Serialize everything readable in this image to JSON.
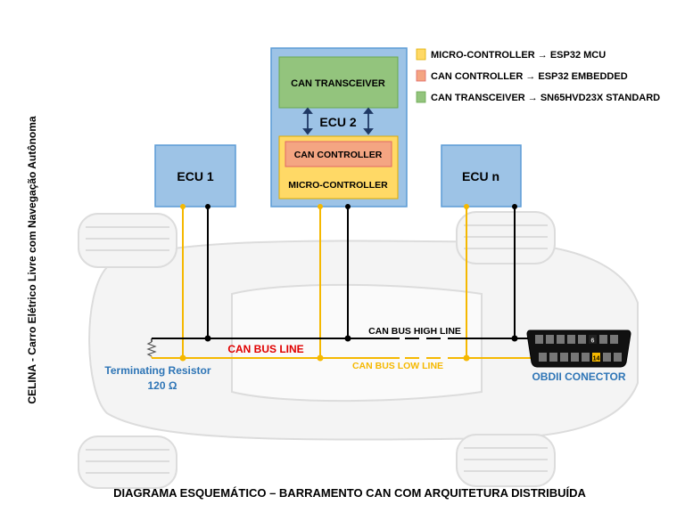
{
  "title": "DIAGRAMA ESQUEMÁTICO – BARRAMENTO CAN COM ARQUITETURA DISTRIBUÍDA",
  "side_caption": "CELINA - Carro Elétrico Livre com Navegação Autônoma",
  "ecu1": {
    "label": "ECU 1"
  },
  "ecu2": {
    "label": "ECU 2",
    "transceiver_label": "CAN TRANSCEIVER",
    "controller_label": "CAN CONTROLLER",
    "mcu_label": "MICRO-CONTROLLER"
  },
  "ecun": {
    "label": "ECU n"
  },
  "legend": [
    {
      "text": "MICRO-CONTROLLER → ESP32 MCU",
      "color": "#ffd966"
    },
    {
      "text": "CAN CONTROLLER → ESP32 EMBEDDED",
      "color": "#f4a582"
    },
    {
      "text": "CAN TRANSCEIVER → SN65HVD23X STANDARD",
      "color": "#93c47d"
    }
  ],
  "bus": {
    "high_label": "CAN BUS HIGH LINE",
    "bus_label": "CAN BUS LINE",
    "low_label": "CAN BUS LOW LINE",
    "resistor_label_1": "Terminating Resistor",
    "resistor_label_2": "120 Ω",
    "obd_label": "OBDII CONECTOR",
    "obd_pin_top": "6",
    "obd_pin_bottom": "14"
  },
  "colors": {
    "ecu_fill": "#9dc3e6",
    "ecu_stroke": "#5b9bd5",
    "low_line": "#f5b800",
    "high_line": "#000000",
    "bus_label": "#e00000",
    "blue_text": "#2e75b6",
    "low_text": "#f5b800"
  }
}
